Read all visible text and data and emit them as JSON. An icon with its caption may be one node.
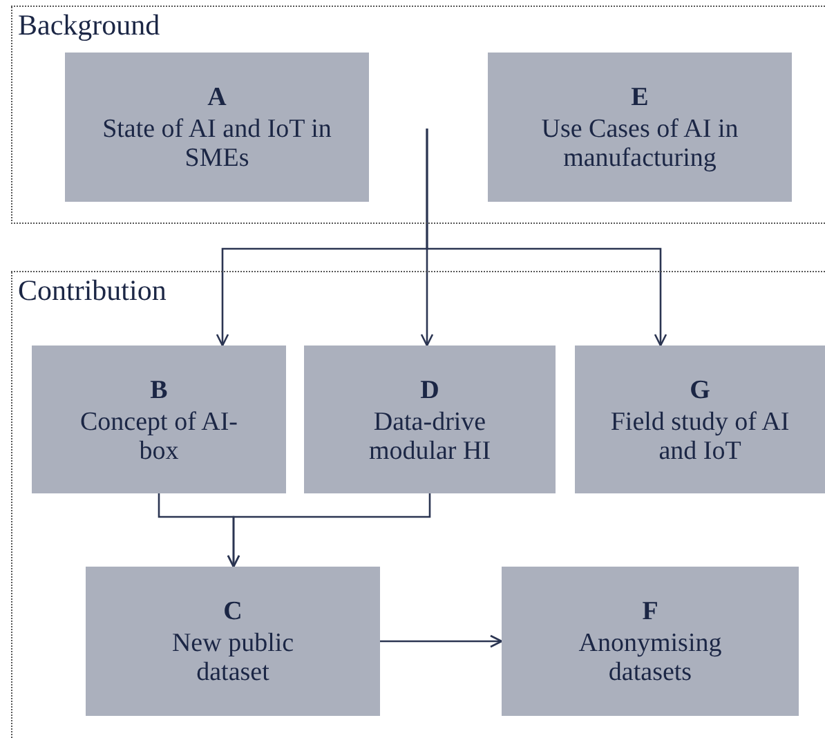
{
  "diagram": {
    "nodes": [
      {
        "text": [
          "Background"
        ]
      },
      {
        "text": [
          "A",
          "State of AI and IoT in SMEs"
        ],
        "in": 0
      },
      {
        "text": [
          "E",
          "Use Cases of AI in manufacturing"
        ],
        "in": 0
      },
      {
        "text": [
          "Contribution"
        ]
      },
      {
        "text": [
          "B",
          "Concept of AI-box"
        ],
        "in": 3
      },
      {
        "text": [
          "D",
          "Data-drive modular HI"
        ],
        "in": 3
      },
      {
        "text": [
          "G",
          "Field study of AI and IoT"
        ],
        "in": 3
      },
      {
        "text": [
          "C",
          "New public dataset"
        ],
        "in": 3
      },
      {
        "text": [
          "F",
          "Anonymising datasets"
        ],
        "in": 3
      }
    ],
    "edges": [
      {
        "from": null,
        "to": 4,
        "arrow": "to"
      },
      {
        "from": null,
        "to": 5,
        "arrow": "to"
      },
      {
        "from": null,
        "to": 6,
        "arrow": "to"
      },
      {
        "from": 4,
        "to": 7,
        "arrow": "to"
      },
      {
        "from": 5,
        "to": 7,
        "arrow": "to"
      },
      {
        "from": 7,
        "to": 8,
        "arrow": "to"
      }
    ]
  }
}
